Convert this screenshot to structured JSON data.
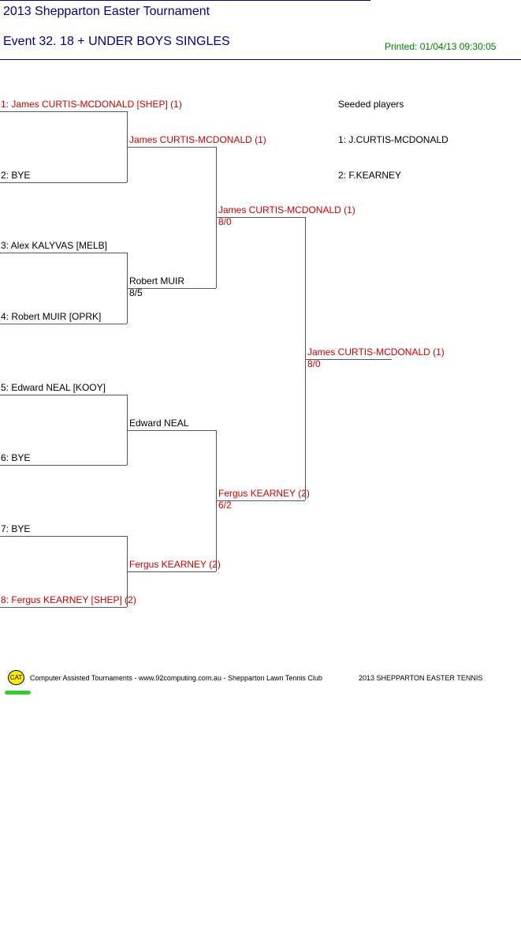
{
  "header": {
    "tournament_title": "2013 Shepparton Easter Tournament",
    "event_title": "Event 32. 18 + UNDER BOYS SINGLES",
    "printed": "Printed: 01/04/13 09:30:05"
  },
  "draw": {
    "round1": [
      {
        "label": "1: James CURTIS-MCDONALD [SHEP] (1)",
        "seeded": true
      },
      {
        "label": "2: BYE",
        "seeded": false
      },
      {
        "label": "3: Alex KALYVAS [MELB]",
        "seeded": false
      },
      {
        "label": "4: Robert MUIR [OPRK]",
        "seeded": false
      },
      {
        "label": "5: Edward NEAL [KOOY]",
        "seeded": false
      },
      {
        "label": "6: BYE",
        "seeded": false
      },
      {
        "label": "7: BYE",
        "seeded": false
      },
      {
        "label": "8: Fergus KEARNEY [SHEP] (2)",
        "seeded": true
      }
    ],
    "round2": [
      {
        "name": "James CURTIS-MCDONALD (1)",
        "score": "",
        "seeded": true
      },
      {
        "name": "Robert MUIR",
        "score": "8/5",
        "seeded": false
      },
      {
        "name": "Edward NEAL",
        "score": "",
        "seeded": false
      },
      {
        "name": "Fergus KEARNEY (2)",
        "score": "",
        "seeded": true
      }
    ],
    "semifinals": [
      {
        "name": "James CURTIS-MCDONALD (1)",
        "score": "8/0",
        "seeded": true
      },
      {
        "name": "Fergus KEARNEY (2)",
        "score": "6/2",
        "seeded": true
      }
    ],
    "winner": {
      "name": "James CURTIS-MCDONALD (1)",
      "score": "8/0",
      "seeded": true
    }
  },
  "seeded_players": {
    "heading": "Seeded players",
    "list": [
      "1: J.CURTIS-MCDONALD",
      "2: F.KEARNEY"
    ]
  },
  "footer": {
    "logo_text": "CAT",
    "credit": "Computer Assisted Tournaments - www.92computing.com.au -  Shepparton Lawn Tennis Club",
    "event_name": "2013 SHEPPARTON EASTER TENNIS"
  },
  "colors": {
    "title": "#000080",
    "printed": "#008000",
    "seeded_text": "#cc0000",
    "bracket_lines": "#555555",
    "logo_fill": "#ffee00",
    "logo_underline": "#33cc33"
  }
}
